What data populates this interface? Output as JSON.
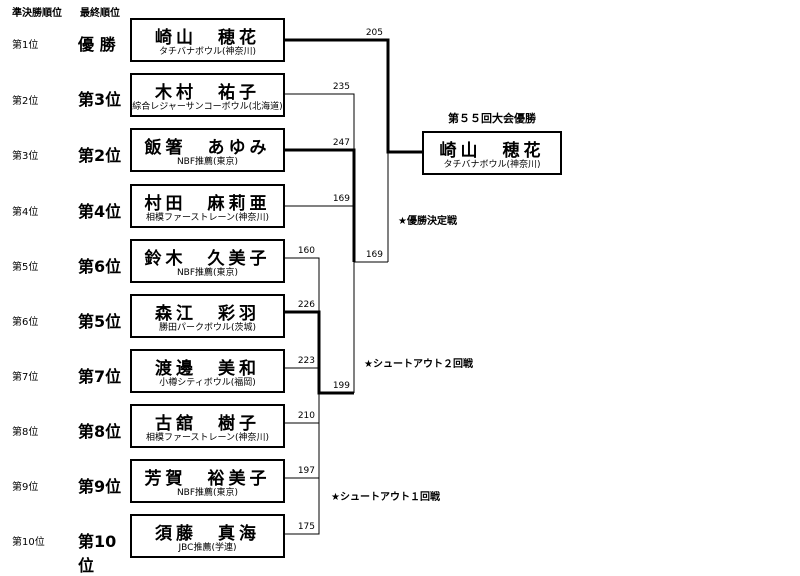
{
  "headers": {
    "semi": "準決勝順位",
    "final": "最終順位"
  },
  "players": [
    {
      "semi": "第1位",
      "final": "優 勝",
      "name": "崎山　穂花",
      "club": "タチバナボウル(神奈川)"
    },
    {
      "semi": "第2位",
      "final": "第3位",
      "name": "木村　祐子",
      "club": "綜合レジャーサンコーボウル(北海道)"
    },
    {
      "semi": "第3位",
      "final": "第2位",
      "name": "飯箸　あゆみ",
      "club": "NBF推薦(東京)"
    },
    {
      "semi": "第4位",
      "final": "第4位",
      "name": "村田　麻莉亜",
      "club": "相模ファーストレーン(神奈川)"
    },
    {
      "semi": "第5位",
      "final": "第6位",
      "name": "鈴木　久美子",
      "club": "NBF推薦(東京)"
    },
    {
      "semi": "第6位",
      "final": "第5位",
      "name": "森江　彩羽",
      "club": "勝田パークボウル(茨城)"
    },
    {
      "semi": "第7位",
      "final": "第7位",
      "name": "渡邊　美和",
      "club": "小樽シティボウル(福岡)"
    },
    {
      "semi": "第8位",
      "final": "第8位",
      "name": "古舘　樹子",
      "club": "相模ファーストレーン(神奈川)"
    },
    {
      "semi": "第9位",
      "final": "第9位",
      "name": "芳賀　裕美子",
      "club": "NBF推薦(東京)"
    },
    {
      "semi": "第10位",
      "final": "第10位",
      "name": "須藤　真海",
      "club": "JBC推薦(学連)"
    }
  ],
  "scores": {
    "s205": "205",
    "s235": "235",
    "s247": "247",
    "s169a": "169",
    "s169b": "169",
    "s160": "160",
    "s226": "226",
    "s223": "223",
    "s199": "199",
    "s210": "210",
    "s197": "197",
    "s175": "175"
  },
  "champion": {
    "title": "第５５回大会優勝",
    "name": "崎山　穂花",
    "club": "タチバナボウル(神奈川)"
  },
  "notes": {
    "final": "★優勝決定戦",
    "shootout2": "★シュートアウト２回戦",
    "shootout1": "★シュートアウト１回戦"
  }
}
